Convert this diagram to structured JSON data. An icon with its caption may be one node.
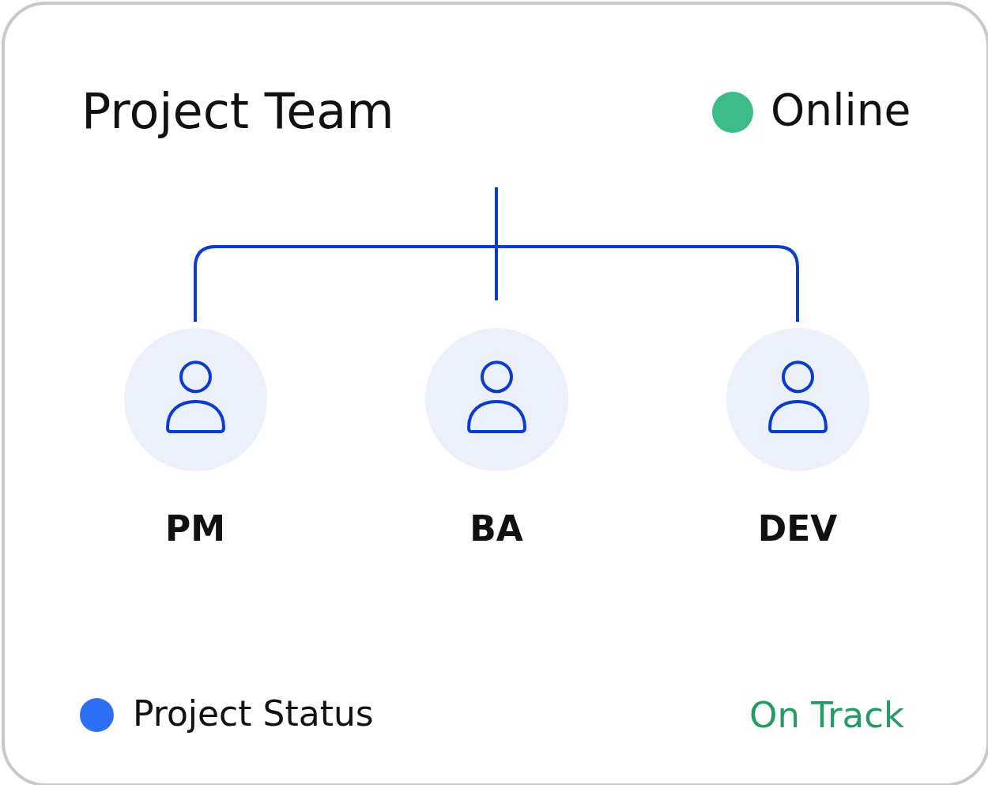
{
  "diagram": {
    "title": "Project Team",
    "nodes": [
      {
        "text": [
          "PM"
        ]
      },
      {
        "text": [
          "BA"
        ]
      },
      {
        "text": [
          "DEV"
        ]
      }
    ],
    "edges": [
      {
        "from": null,
        "to": 0,
        "arrow": "none"
      },
      {
        "from": null,
        "to": 1,
        "arrow": "none"
      },
      {
        "from": null,
        "to": 2,
        "arrow": "none"
      }
    ],
    "labels": [
      "Online",
      "Project Status",
      "On Track"
    ]
  }
}
